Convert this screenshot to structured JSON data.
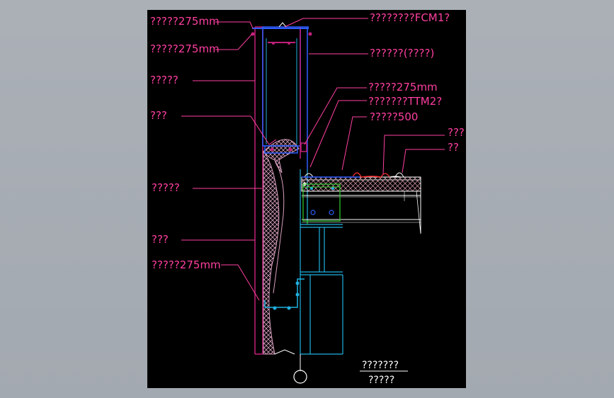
{
  "colors": {
    "background": "#000000",
    "frame": "#a9afb5",
    "label": "#ff3fa0",
    "leader": "#ff3fa0",
    "magenta": "#c0207a",
    "blue": "#2f5dff",
    "cyan": "#1fb0e0",
    "green": "#30d030",
    "red": "#ff3030",
    "white": "#ffffff",
    "insulation": "#d9a0c0"
  },
  "labels": {
    "l1": "?????275mm",
    "l2": "?????275mm",
    "l3": "?????",
    "l4": "???",
    "l5": "?????",
    "l6": "???",
    "l7": "?????275mm",
    "r1": "????????FCM1?",
    "r2": "??????(????)",
    "r3": "?????275mm",
    "r4": "???????TTM2?",
    "r5": "?????500",
    "r6": "???",
    "r7": "??"
  },
  "title": {
    "line1": "???????",
    "line2": "?????"
  }
}
